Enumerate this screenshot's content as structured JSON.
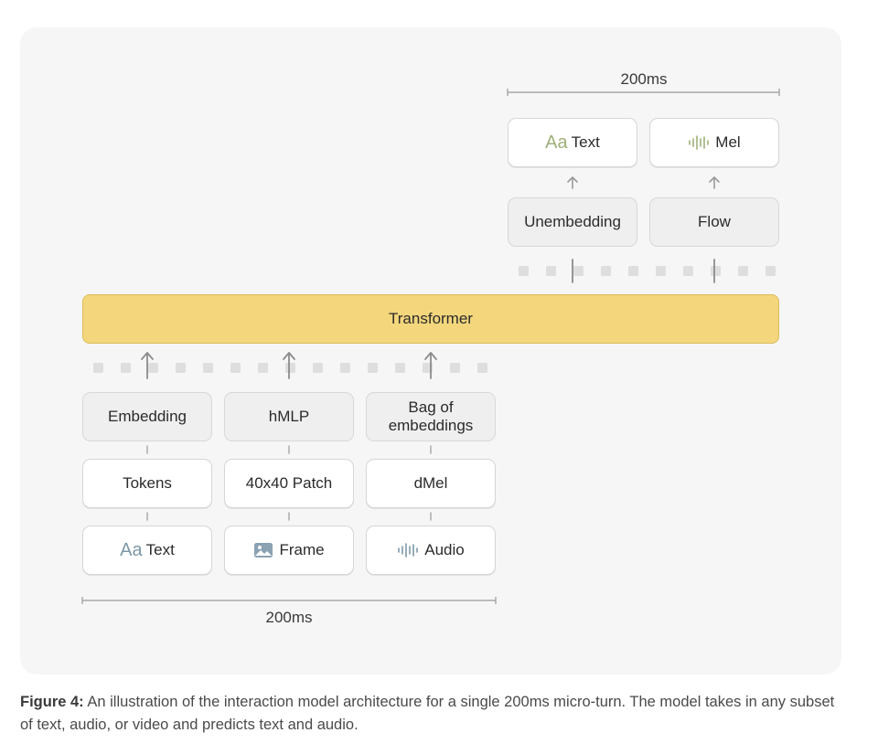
{
  "output": {
    "scale_label": "200ms",
    "boxes": {
      "text_aa": "Aa",
      "text": "Text",
      "mel": "Mel",
      "unembedding": "Unembedding",
      "flow": "Flow"
    }
  },
  "transformer": {
    "label": "Transformer"
  },
  "input": {
    "scale_label": "200ms",
    "embedding": "Embedding",
    "hmlp": "hMLP",
    "bag": "Bag of embeddings",
    "tokens": "Tokens",
    "patch": "40x40 Patch",
    "dmel": "dMel",
    "text_aa": "Aa",
    "text": "Text",
    "frame": "Frame",
    "audio": "Audio"
  },
  "caption": {
    "label": "Figure 4:",
    "text": " An illustration of the interaction model architecture for a single 200ms micro-turn. The model takes in any subset of text, audio, or video and predicts text and audio."
  },
  "colors": {
    "transformer_fill": "#f4d77c",
    "transformer_border": "#dcbb58",
    "aa_input": "#7d98a8",
    "aa_output": "#9fb07a",
    "audio_icon": "#7d98a8",
    "mel_icon": "#9fb07a"
  }
}
